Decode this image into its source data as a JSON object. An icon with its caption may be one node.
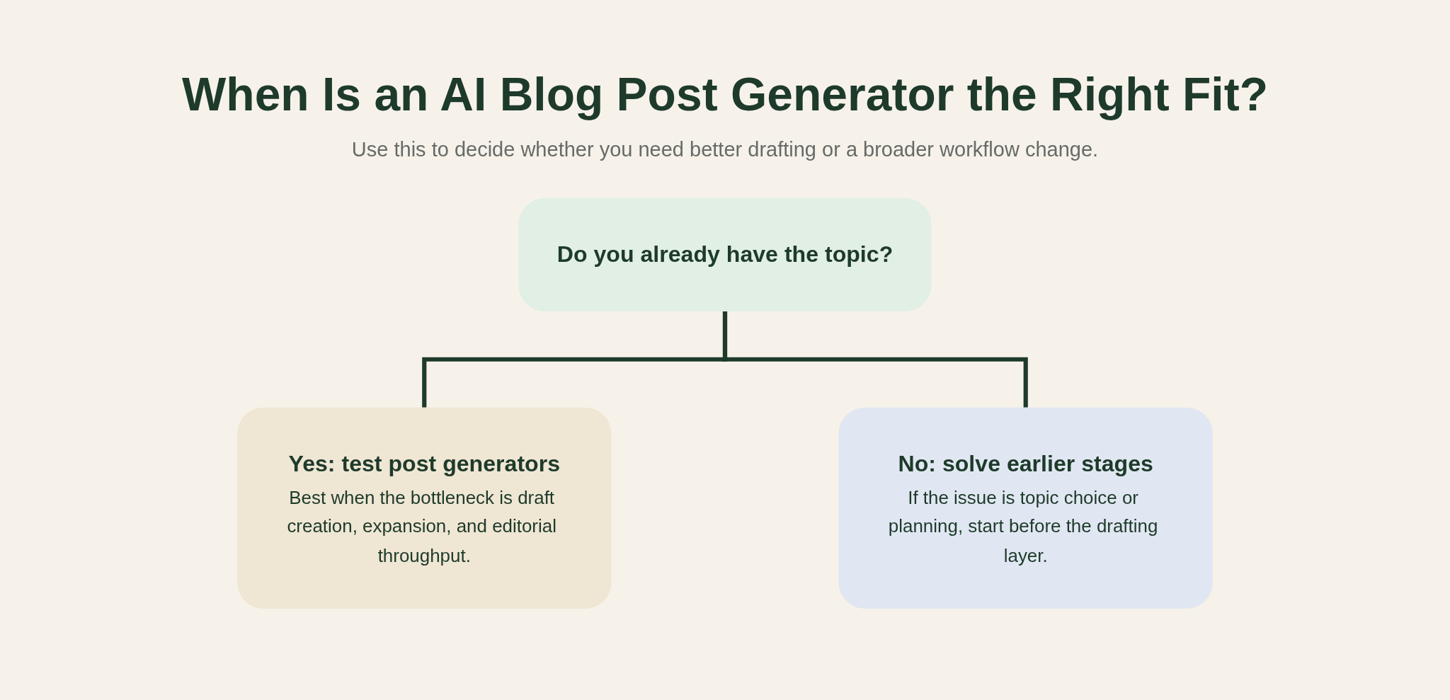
{
  "diagram": {
    "title": "When Is an AI Blog Post Generator the Right Fit?",
    "nodes": [
      {
        "text": [
          "Do you already have the topic?"
        ]
      },
      {
        "text": [
          "Yes: test post generators",
          "Best when the bottleneck is draft creation, expansion, and editorial throughput."
        ]
      },
      {
        "text": [
          "No: solve earlier stages",
          "If the issue is topic choice or planning, start before the drafting layer."
        ]
      }
    ],
    "edges": [
      {
        "from": 0,
        "to": 1,
        "arrow": "none"
      },
      {
        "from": 0,
        "to": 2,
        "arrow": "none"
      }
    ],
    "labels": [
      "Use this to decide whether you need better drafting or a broader workflow change."
    ]
  }
}
